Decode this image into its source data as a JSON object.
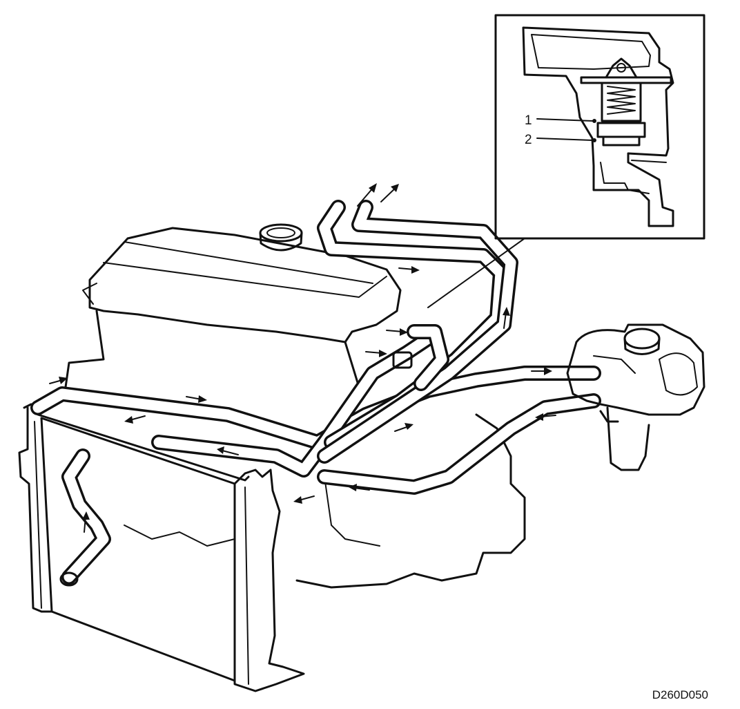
{
  "diagram": {
    "drawing_code": "D260D050",
    "callouts": [
      "1",
      "2"
    ]
  }
}
